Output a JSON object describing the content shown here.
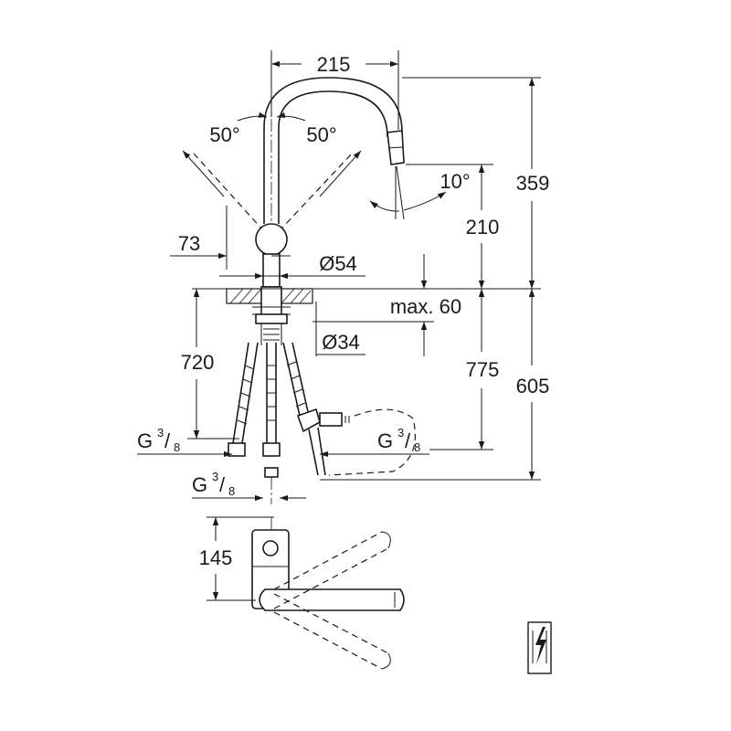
{
  "dimensions": {
    "spout_reach": "215",
    "swivel_left": "50°",
    "swivel_right": "50°",
    "total_height": "359",
    "outlet_angle": "10°",
    "outlet_height": "210",
    "lever_offset": "73",
    "base_diameter": "Ø54",
    "max_thickness": "max. 60",
    "hole_diameter": "Ø34",
    "hose_length": "720",
    "hose_extent": "775",
    "below_deck": "605",
    "thread_left": {
      "base": "G",
      "num": "3",
      "den": "8"
    },
    "thread_right": {
      "base": "G",
      "num": "3",
      "den": "8"
    },
    "thread_center": {
      "base": "G",
      "num": "3",
      "den": "8"
    },
    "lever_length": "145"
  },
  "icons": [
    "electrical-connection-icon"
  ]
}
